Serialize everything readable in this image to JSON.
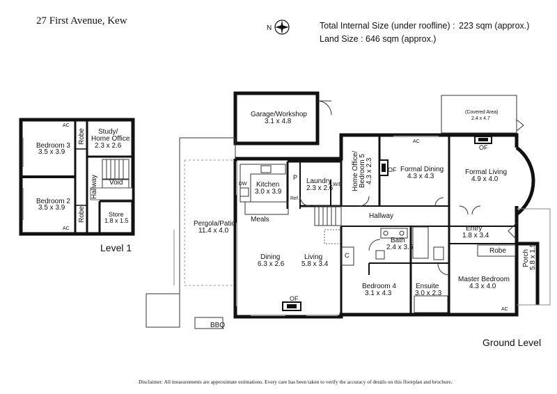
{
  "header": {
    "address": "27 First Avenue, Kew",
    "internal_size_label": "Total Internal Size (under roofline) :",
    "internal_size_value": "223 sqm (approx.)",
    "land_size": "Land Size : 646 sqm (approx.)",
    "compass_letter": "N",
    "compass_icon": "compass-icon"
  },
  "levels": {
    "level1": "Level 1",
    "ground": "Ground Level"
  },
  "rooms": {
    "bedroom3": {
      "name": "Bedroom 3",
      "dim": "3.5 x 3.9"
    },
    "bedroom2": {
      "name": "Bedroom 2",
      "dim": "3.5 x 3.9"
    },
    "study": {
      "name1": "Study/",
      "name2": "Home Office",
      "dim": "2.3 x 2.6"
    },
    "store": {
      "name": "Store",
      "dim": "1.8 x 1.5"
    },
    "garage": {
      "name": "Garage/Workshop",
      "dim": "3.1 x 4.8"
    },
    "covered": {
      "name": "(Covered Area)",
      "dim": "2.4 x 4.7"
    },
    "pergola": {
      "name": "Pergola/Patio",
      "dim": "11.4 x 4.0"
    },
    "kitchen": {
      "name": "Kitchen",
      "dim": "3.0 x 3.9"
    },
    "laundry": {
      "name": "Laundry",
      "dim": "2.3 x 2.6"
    },
    "office5": {
      "name1": "Home Office/",
      "name2": "Bedroom 5",
      "dim": "4.3 x 2.3"
    },
    "formal_dining": {
      "name": "Formal Dining",
      "dim": "4.3 x 4.3"
    },
    "formal_living": {
      "name": "Formal Living",
      "dim": "4.9 x 4.0"
    },
    "dining": {
      "name": "Dining",
      "dim": "6.3 x 2.6"
    },
    "living": {
      "name": "Living",
      "dim": "5.8 x 3.4"
    },
    "bath": {
      "name": "Bath",
      "dim": "2.4 x 3.5"
    },
    "entry": {
      "name": "Entry",
      "dim": "1.8 x 3.4"
    },
    "porch": {
      "name": "Porch",
      "dim": "5.8 x 1.5"
    },
    "bedroom4": {
      "name": "Bedroom 4",
      "dim": "3.1 x 4.3"
    },
    "ensuite": {
      "name": "Ensuite",
      "dim": "3.0 x 2.3"
    },
    "master": {
      "name": "Master Bedroom",
      "dim": "4.3 x 4.0"
    }
  },
  "tags": {
    "robe": "Robe",
    "hallway": "Hallway",
    "void": "Void",
    "meals": "Meals",
    "bbq": "BBQ",
    "ref": "Ref.",
    "dw": "DW",
    "wd": "W/D",
    "p": "P",
    "c": "C",
    "of": "OF",
    "ac": "AC"
  },
  "disclaimer": "Disclaimer: All measurements are approximate estimations. Every care has been taken to verify the accuracy of details on this floorplan and brochure."
}
